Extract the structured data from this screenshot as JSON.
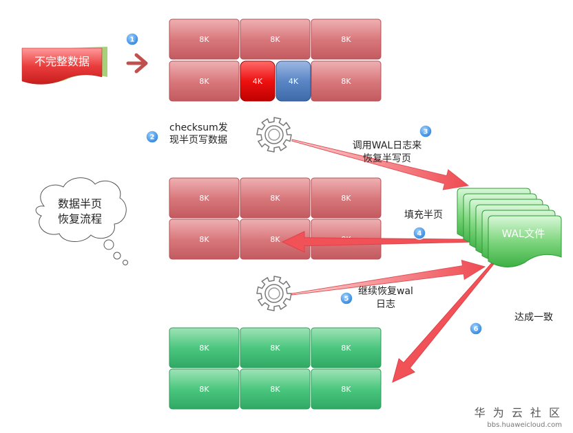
{
  "incomplete_label": "不完整数据",
  "block_label": "8K",
  "half_label": "4K",
  "steps": [
    "1",
    "2",
    "3",
    "4",
    "5",
    "6"
  ],
  "checksum_text": [
    "checksum发",
    "现半页写数据"
  ],
  "call_wal_text": [
    "调用WAL日志来",
    "恢复半写页"
  ],
  "fill_half_text": "填充半页",
  "continue_wal_text": [
    "继续恢复wal",
    "日志"
  ],
  "consistency_text": "达成一致",
  "bubble_text": [
    "数据半页",
    "恢复流程"
  ],
  "wal_file_label": "WAL文件",
  "watermark": {
    "title": "华 为 云 社 区",
    "url": "bbs.huaweicloud.com"
  },
  "colors": {
    "red_block": "#d9787c",
    "green_block": "#45c47a",
    "red_half": "#ee1111",
    "blue_half": "#4f7fc0",
    "arrow": "#f05258",
    "step_badge": "#3a8ee6"
  }
}
